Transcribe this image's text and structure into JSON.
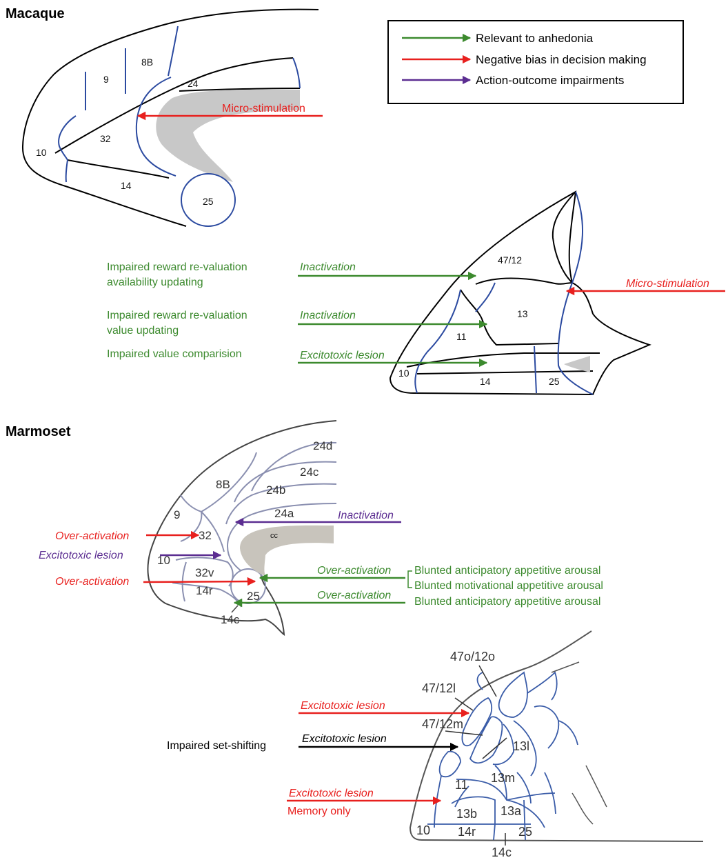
{
  "panels": {
    "macaque": "Macaque",
    "marmoset": "Marmoset"
  },
  "legend": [
    {
      "label": "Relevant to anhedonia",
      "color": "#3c8a2e"
    },
    {
      "label": "Negative bias in decision making",
      "color": "#e8201e"
    },
    {
      "label": "Action-outcome impairments",
      "color": "#5b2d91"
    }
  ],
  "macaque_medial": {
    "areas": [
      "9",
      "8B",
      "24",
      "32",
      "10",
      "14",
      "25"
    ],
    "stimulation": "Micro-stimulation"
  },
  "macaque_orbital": {
    "areas": [
      "47/12",
      "13",
      "11",
      "10",
      "14",
      "25"
    ],
    "effects": [
      {
        "line1": "Impaired reward re-valuation",
        "line2": "availability updating",
        "method": "Inactivation"
      },
      {
        "line1": "Impaired reward re-valuation",
        "line2": "value updating",
        "method": "Inactivation"
      },
      {
        "line1": "Impaired value comparision",
        "line2": "",
        "method": "Excitotoxic lesion"
      }
    ],
    "stimulation": "Micro-stimulation"
  },
  "marmoset_medial": {
    "areas": [
      "24d",
      "24c",
      "8B",
      "24b",
      "24a",
      "9",
      "32",
      "cc",
      "10",
      "32v",
      "14r",
      "25",
      "14c"
    ],
    "left_methods": [
      "Over-activation",
      "Excitotoxic lesion",
      "Over-activation"
    ],
    "inactivation": "Inactivation",
    "right_methods": [
      "Over-activation",
      "Over-activation"
    ],
    "outcomes": [
      "Blunted anticipatory appetitive arousal",
      "Blunted motivational appetitive arousal",
      "Blunted anticipatory appetitive arousal"
    ]
  },
  "marmoset_orbital": {
    "areas": [
      "47o/12o",
      "47/12l",
      "47/12m",
      "13l",
      "11",
      "13m",
      "13b",
      "13a",
      "10",
      "14r",
      "25",
      "14c"
    ],
    "methods": [
      "Excitotoxic lesion",
      "Excitotoxic lesion",
      "Excitotoxic lesion"
    ],
    "outcome_setshift": "Impaired set-shifting",
    "memory_only": "Memory only"
  }
}
